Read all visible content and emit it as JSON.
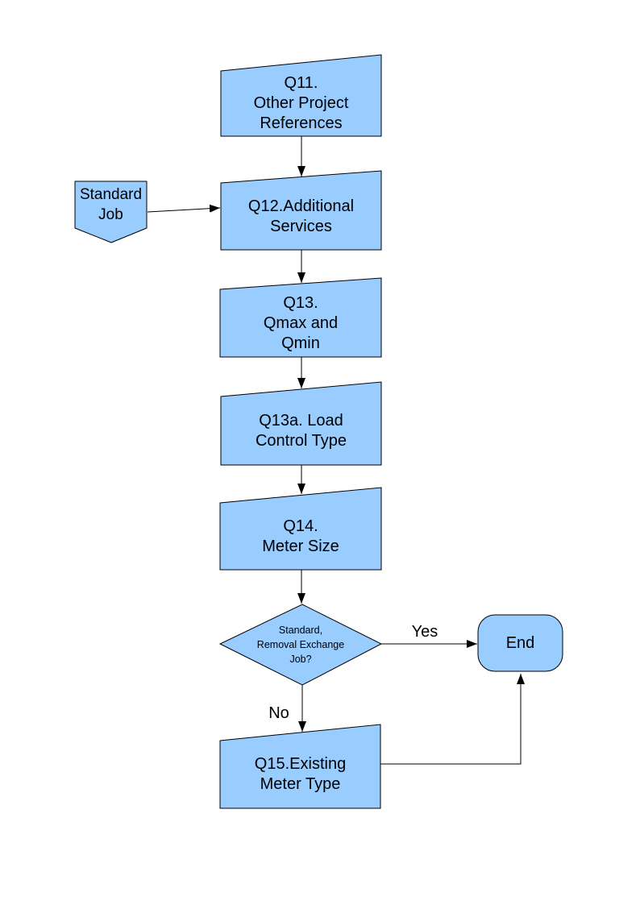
{
  "diagram": {
    "colors": {
      "background": "#FFFFFF",
      "shape_fill": "#99CCFF",
      "shape_border": "#000000",
      "text": "#000000"
    },
    "nodes": {
      "q11": {
        "label": "Q11.\nOther Project\nReferences",
        "shape": "manual-input"
      },
      "standard_job": {
        "label": "Standard\nJob",
        "shape": "off-page-connector"
      },
      "q12": {
        "label": "Q12.Additional\nServices",
        "shape": "manual-input"
      },
      "q13": {
        "label": "Q13.\nQmax and\nQmin",
        "shape": "manual-input"
      },
      "q13a": {
        "label": "Q13a. Load\nControl Type",
        "shape": "manual-input"
      },
      "q14": {
        "label": "Q14.\nMeter Size",
        "shape": "manual-input"
      },
      "decision": {
        "label": "Standard,\nRemoval Exchange\nJob?",
        "shape": "decision"
      },
      "end": {
        "label": "End",
        "shape": "terminator"
      },
      "q15": {
        "label": "Q15.Existing\nMeter Type",
        "shape": "manual-input"
      }
    },
    "edges": [
      {
        "from": "q11",
        "to": "q12",
        "label": ""
      },
      {
        "from": "standard_job",
        "to": "q12",
        "label": ""
      },
      {
        "from": "q12",
        "to": "q13",
        "label": ""
      },
      {
        "from": "q13",
        "to": "q13a",
        "label": ""
      },
      {
        "from": "q13a",
        "to": "q14",
        "label": ""
      },
      {
        "from": "q14",
        "to": "decision",
        "label": ""
      },
      {
        "from": "decision",
        "to": "end",
        "label": "Yes"
      },
      {
        "from": "decision",
        "to": "q15",
        "label": "No"
      },
      {
        "from": "q15",
        "to": "end",
        "label": ""
      }
    ]
  }
}
